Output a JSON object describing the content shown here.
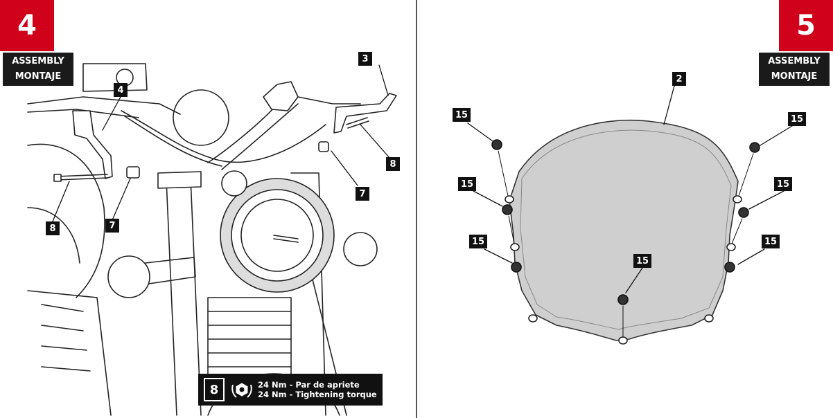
{
  "left": {
    "step_number": "4",
    "step_label_1": "ASSEMBLY",
    "step_label_2": "MONTAJE",
    "callouts": [
      "4",
      "3",
      "8",
      "7",
      "8",
      "7"
    ],
    "torque": {
      "ref": "8",
      "line1": "24 Nm - Par de apriete",
      "line2": "24 Nm - Tightening torque"
    }
  },
  "right": {
    "step_number": "5",
    "step_label_1": "ASSEMBLY",
    "step_label_2": "MONTAJE",
    "callouts": [
      "2",
      "15",
      "15",
      "15",
      "15",
      "15",
      "15",
      "15"
    ]
  }
}
